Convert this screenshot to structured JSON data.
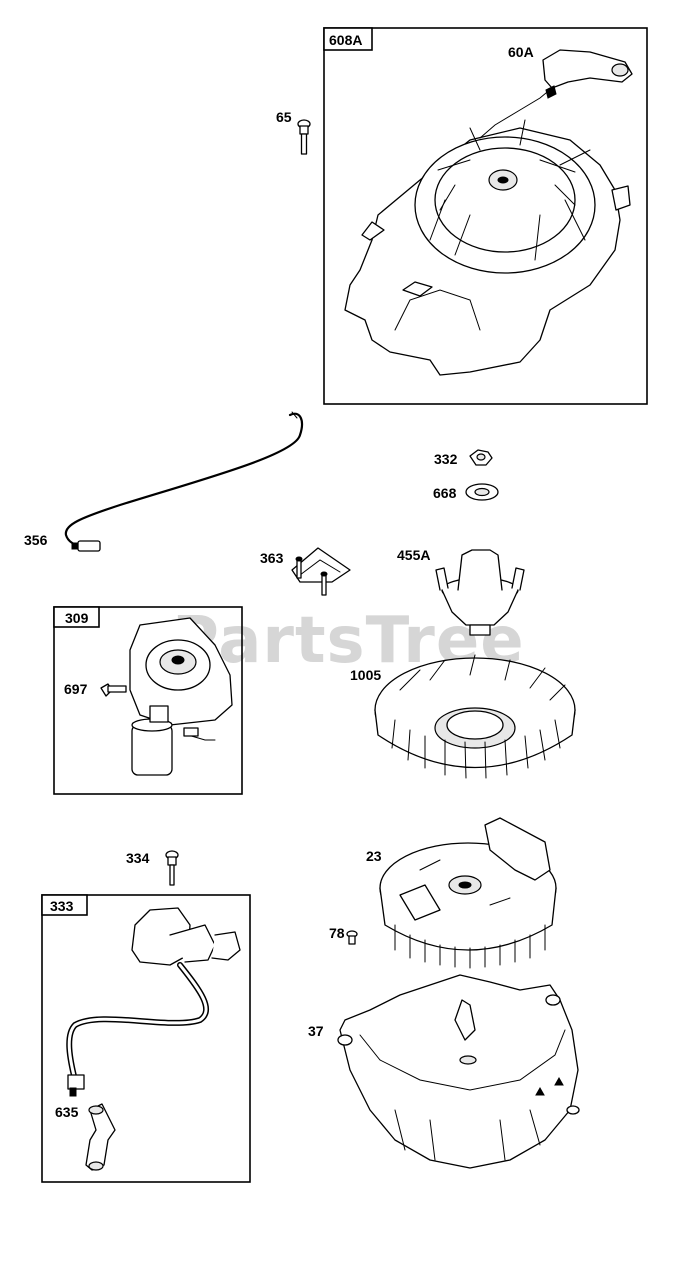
{
  "watermark": "PartsTree",
  "boxes": {
    "box_608A": "608A",
    "box_309": "309",
    "box_333": "333"
  },
  "labels": {
    "p60A": "60A",
    "p65": "65",
    "p332": "332",
    "p668": "668",
    "p356": "356",
    "p363": "363",
    "p455A": "455A",
    "p697": "697",
    "p1005": "1005",
    "p334": "334",
    "p23": "23",
    "p78": "78",
    "p37": "37",
    "p635": "635"
  }
}
